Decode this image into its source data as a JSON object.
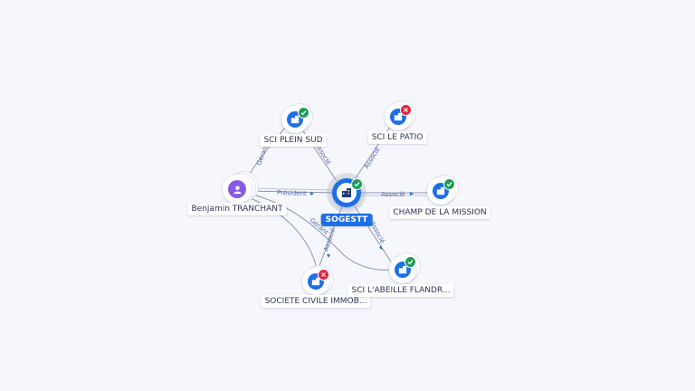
{
  "colors": {
    "background": "#f5f7fc",
    "company_icon": "#1d6fe8",
    "person_icon": "#8a5ae6",
    "status_active": "#1f9c57",
    "status_closed": "#e0253f",
    "edge": "#8a96ad",
    "relation_text": "#4f63a8"
  },
  "graph": {
    "center": {
      "label": "SOGESTT",
      "icon": "building-icon",
      "status": "active"
    },
    "nodes": [
      {
        "id": "sci-plein-sud",
        "label": "SCI PLEIN SUD",
        "icon": "building-icon",
        "status": "active"
      },
      {
        "id": "sci-le-patio",
        "label": "SCI LE PATIO",
        "icon": "building-icon",
        "status": "closed"
      },
      {
        "id": "benjamin-tranchant",
        "label": "Benjamin TRANCHANT",
        "icon": "person-icon",
        "status": "none"
      },
      {
        "id": "champ-de-la-mission",
        "label": "CHAMP DE LA MISSION",
        "icon": "building-icon",
        "status": "active"
      },
      {
        "id": "societe-civile-immob",
        "label": "SOCIETE CIVILE IMMOB...",
        "icon": "building-icon",
        "status": "closed"
      },
      {
        "id": "sci-labeille-flandr",
        "label": "SCI L'ABEILLE FLANDR...",
        "icon": "building-icon",
        "status": "active"
      }
    ],
    "relations": {
      "president": "Président",
      "associe": "Associé",
      "gerant": "Gérant"
    }
  }
}
